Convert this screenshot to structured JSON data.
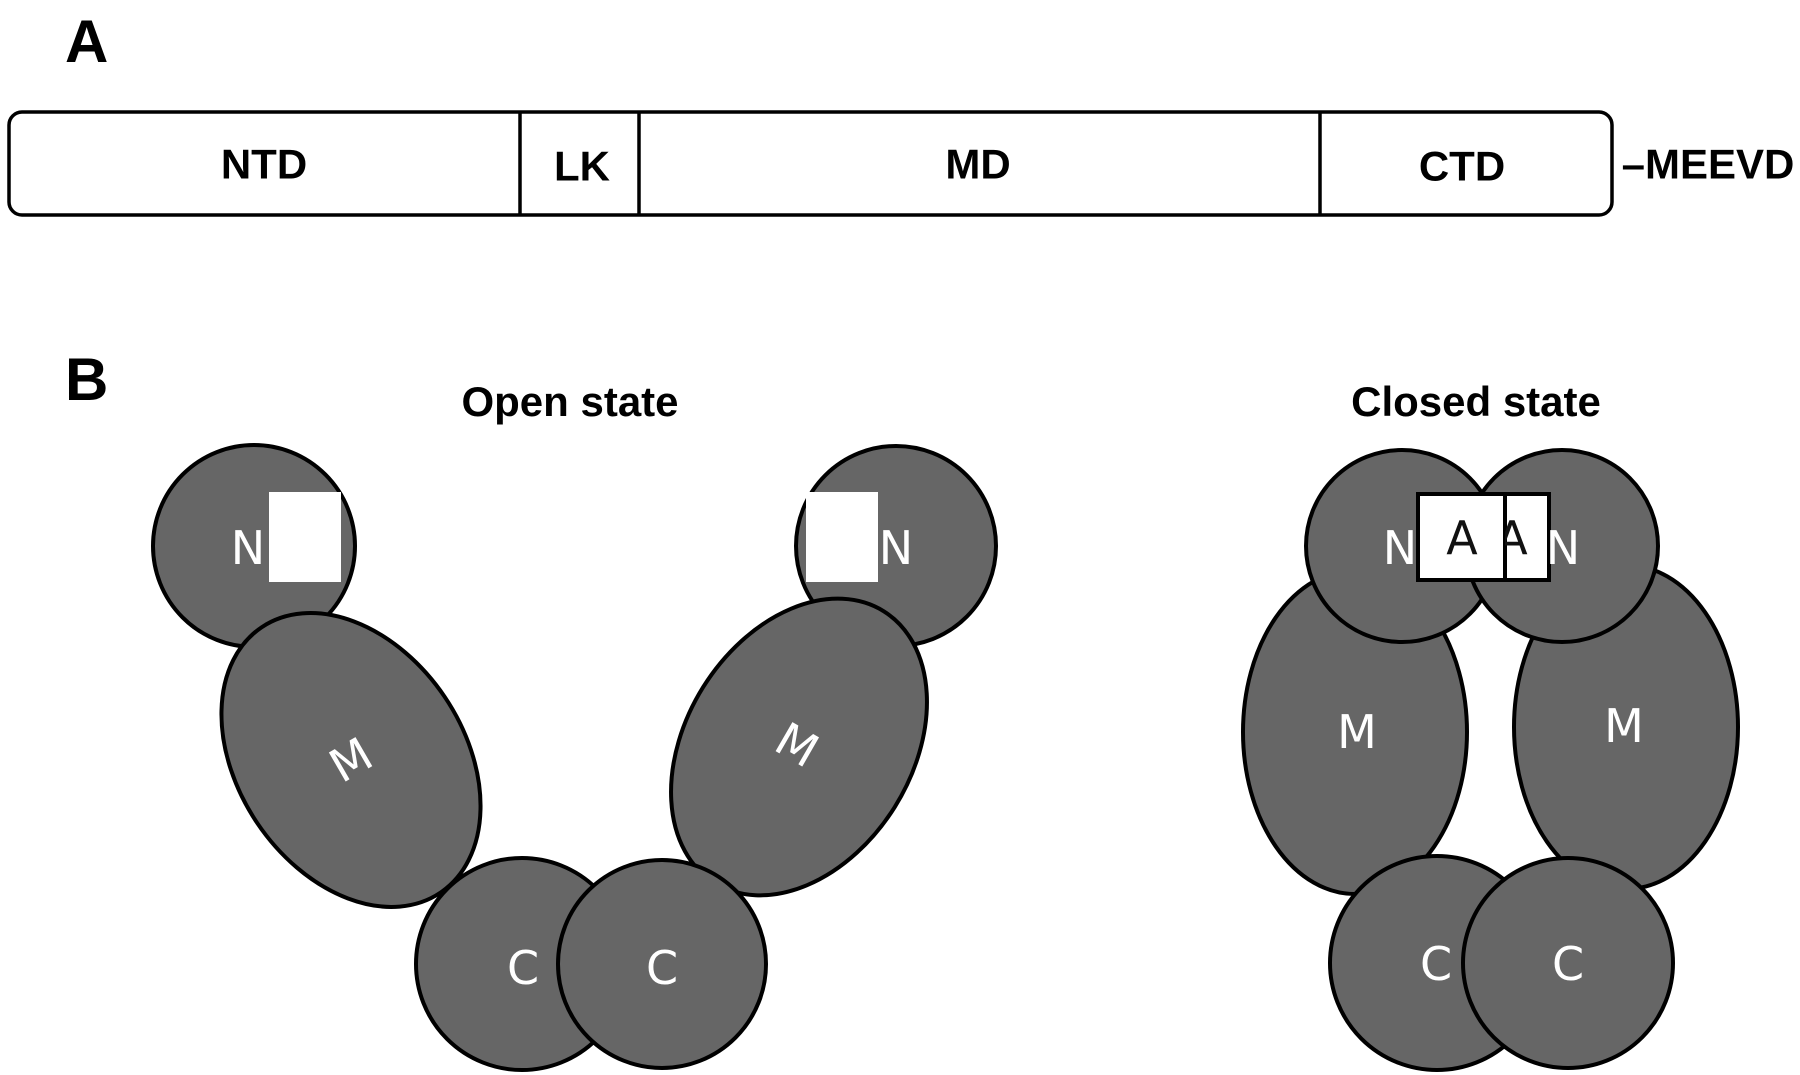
{
  "panel_a": {
    "letter": "A",
    "domains": {
      "ntd": "NTD",
      "lk": "LK",
      "md": "MD",
      "ctd": "CTD"
    },
    "tail": "–MEEVD"
  },
  "panel_b": {
    "letter": "B",
    "open": {
      "title": "Open state",
      "n_left": "N",
      "n_right": "N",
      "m_left": "M",
      "m_right": "M",
      "c_left": "C",
      "c_right": "C"
    },
    "closed": {
      "title": "Closed state",
      "n_left": "N",
      "n_right": "N",
      "a_left": "A",
      "a_right": "A",
      "m_left": "M",
      "m_right": "M",
      "c_left": "C",
      "c_right": "C"
    }
  },
  "colors": {
    "domain_fill": "#666666",
    "outline": "#000000",
    "label": "#ffffff"
  }
}
